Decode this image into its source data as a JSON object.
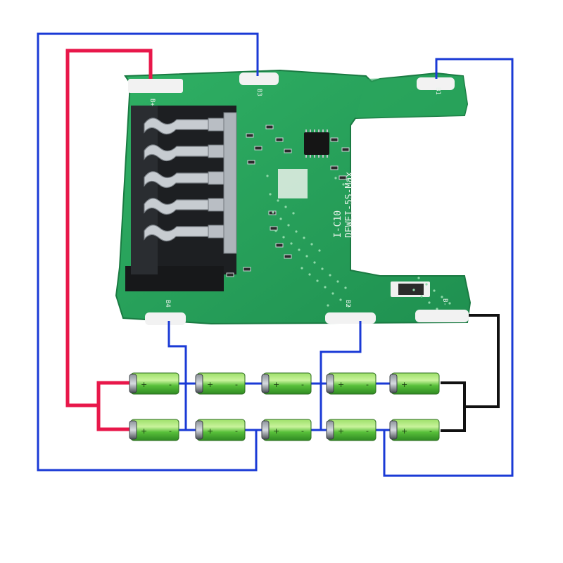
{
  "colors": {
    "background": "#ffffff",
    "pcb": "#27a35a",
    "pcb_dark": "#1c7f45",
    "pad": "#f2f2f2",
    "wire_positive": "#e8174a",
    "wire_balance": "#1a3ad6",
    "wire_negative": "#111111",
    "cell_body": "#58c03a",
    "cell_highlight": "#c9f39c",
    "cell_cap": "#5a5f66"
  },
  "board": {
    "model_label": "DEWEI-5S-Max",
    "version_label": "I-C10",
    "pad_labels": {
      "b_plus": "B+",
      "b3": "B3",
      "b1": "B1",
      "b4": "B4",
      "b2": "B2",
      "b_minus": "B-"
    },
    "contact_count": 5
  },
  "battery_pack": {
    "rows": 2,
    "cells_per_row": 5,
    "cell_polarity_markers": [
      "+",
      "-"
    ]
  },
  "wiring": [
    {
      "pad": "B+",
      "color": "wire_positive"
    },
    {
      "pad": "B3",
      "color": "wire_balance"
    },
    {
      "pad": "B1",
      "color": "wire_balance"
    },
    {
      "pad": "B4",
      "color": "wire_balance"
    },
    {
      "pad": "B2",
      "color": "wire_balance"
    },
    {
      "pad": "B-",
      "color": "wire_negative"
    }
  ]
}
